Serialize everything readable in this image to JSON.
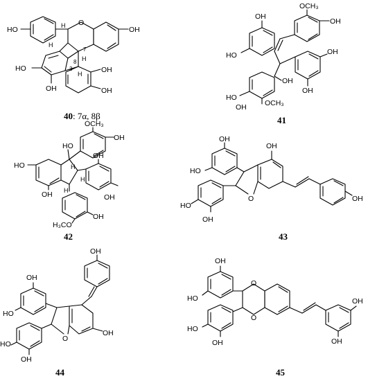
{
  "compounds": [
    {
      "id": "40",
      "label_number": "40",
      "label_suffix": ": 7α, 8β",
      "atoms": {
        "oh1": "HO",
        "oh2": "OH",
        "oh3": "HO",
        "oh4": "OH",
        "oh5": "OH",
        "oh6": "OH",
        "o_ring": "O",
        "h1": "H",
        "h2": "H",
        "h3": "H",
        "h4": "H",
        "loc7": "7",
        "loc8": "8",
        "loc3": "3"
      }
    },
    {
      "id": "41",
      "label_number": "41",
      "atoms": {
        "och3": "OCH₃",
        "oh_top": "OH",
        "oh_left_a": "OH",
        "oh_left_b": "HO",
        "oh_mid": "OH",
        "oh_right_a": "OH",
        "oh_right_b": "OH",
        "oh_bot1": "HO",
        "oh_bot2": "OH",
        "och3_b": "OCH₃"
      }
    },
    {
      "id": "42",
      "label_number": "42",
      "atoms": {
        "ho_top": "HO",
        "och3": "OCH₃",
        "oh_top": "OH",
        "oh_left": "HO",
        "oh_lb": "OH",
        "oh_right1": "OH",
        "oh_right2": "OH",
        "h1": "H",
        "h2": "H",
        "h3": "H",
        "och3_b": "H₃CO",
        "oh_b": "OH"
      }
    },
    {
      "id": "43",
      "label_number": "43",
      "atoms": {
        "oh1": "OH",
        "oh2": "HO",
        "oh3": "OH",
        "oh4": "OH",
        "oh5": "HO",
        "o_ring": "O",
        "oh6": "OH"
      }
    },
    {
      "id": "44",
      "label_number": "44",
      "atoms": {
        "oh_top": "OH",
        "oh1": "OH",
        "oh2": "HO",
        "oh3": "HO",
        "oh4": "OH",
        "o_ring": "O",
        "oh5": "OH"
      }
    },
    {
      "id": "45",
      "label_number": "45",
      "atoms": {
        "oh1": "OH",
        "oh2": "HO",
        "oh3": "HO",
        "oh4": "OH",
        "o1": "O",
        "o2": "O",
        "oh5": "OH",
        "oh6": "OH"
      }
    }
  ]
}
